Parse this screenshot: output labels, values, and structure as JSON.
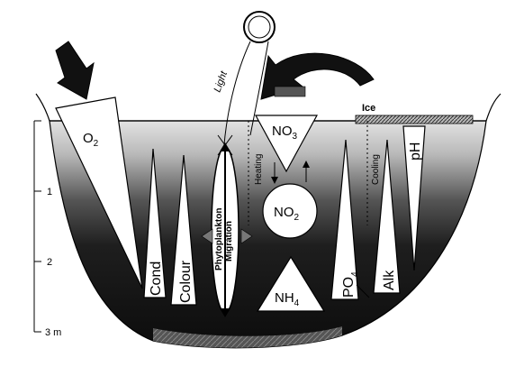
{
  "depth_axis": {
    "ticks": [
      "1",
      "2",
      "3 m"
    ]
  },
  "labels": {
    "light": "Light",
    "heating": "Heating",
    "cooling": "Cooling",
    "ice": "Ice",
    "phytoplankton_line1": "Phytoplankton",
    "phytoplankton_line2": "Migration",
    "o2": "O",
    "o2_sub": "2",
    "no3": "NO",
    "no3_sub": "3",
    "no2": "NO",
    "no2_sub": "2",
    "nh4": "NH",
    "nh4_sub": "4",
    "po4": "PO",
    "po4_sub": "4",
    "cond": "Cond",
    "colour": "Colour",
    "alk": "Alk",
    "ph": "pH"
  },
  "colors": {
    "water_dark": "#151515",
    "water_light": "#d0d0d0",
    "shape_fill": "#ffffff",
    "ink": "#000000"
  }
}
